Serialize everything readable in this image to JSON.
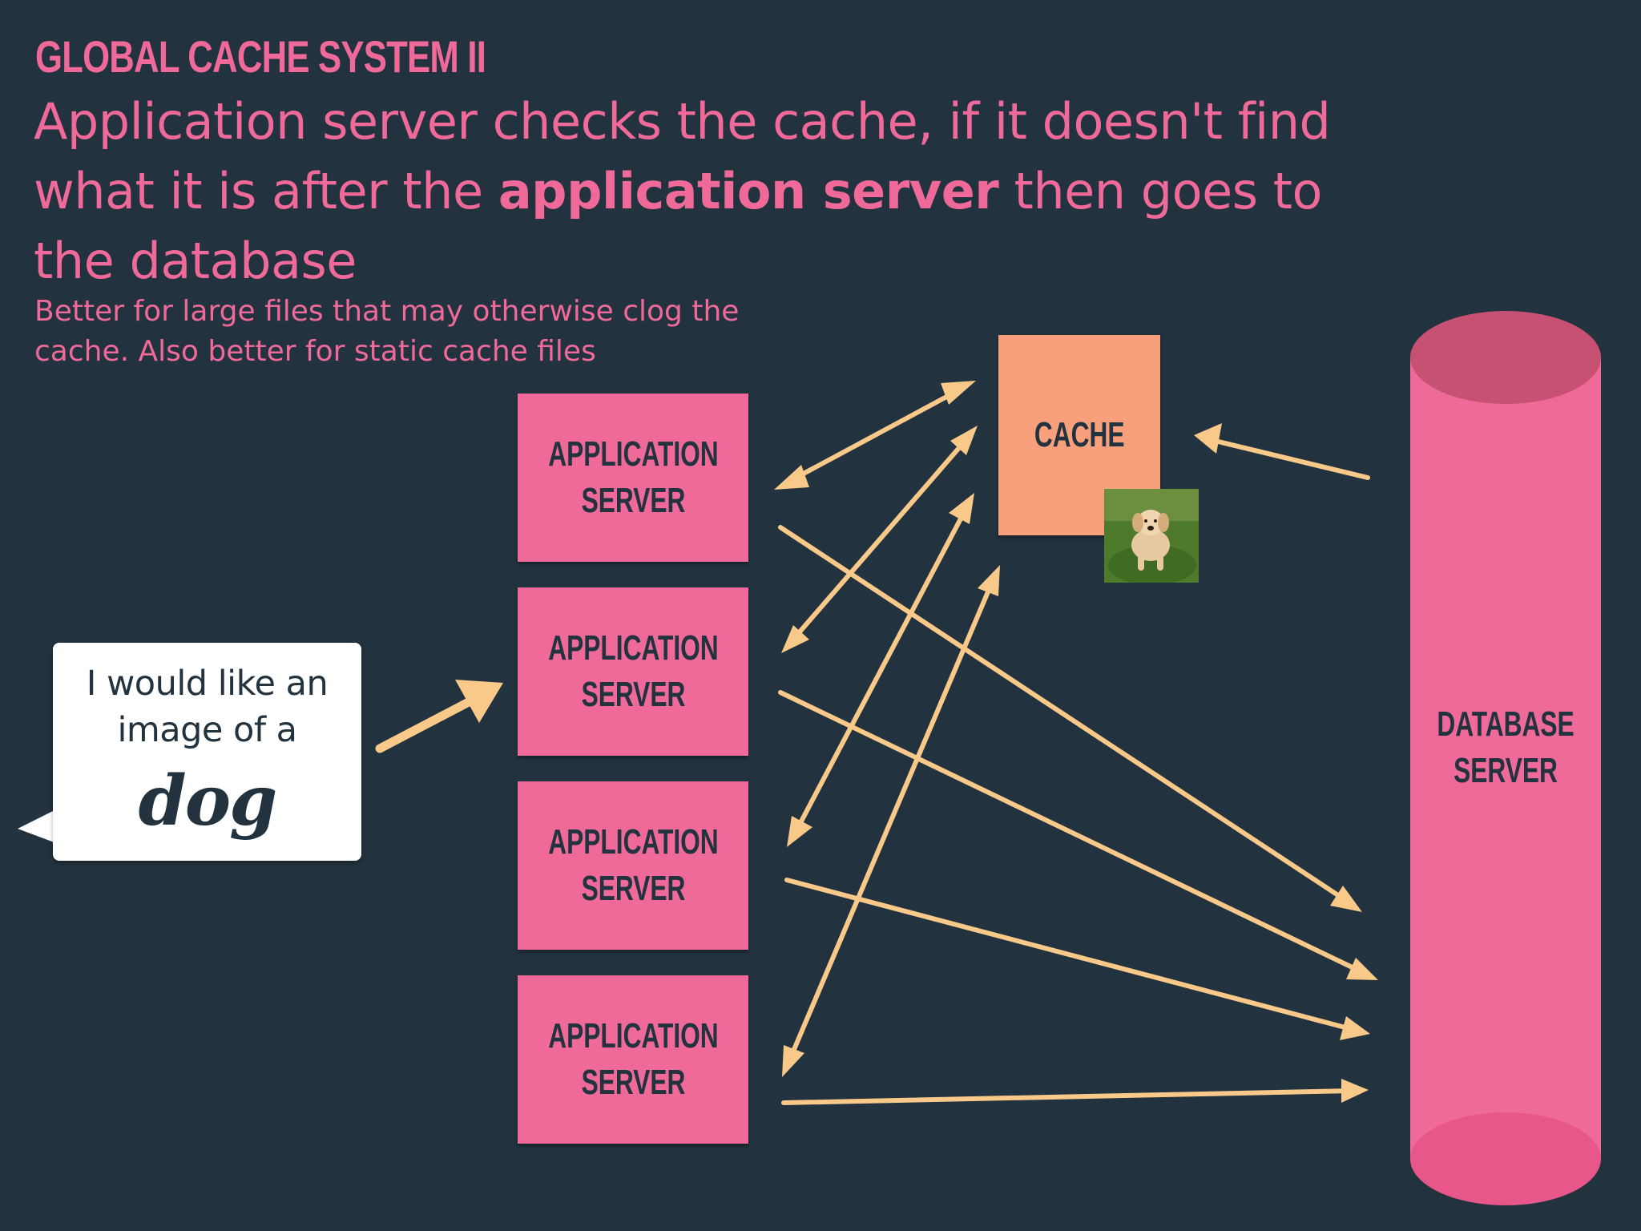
{
  "slide": {
    "title": "GLOBAL CACHE SYSTEM II",
    "subtitle_part1": "Application server checks the cache, if it doesn't find what it is after the ",
    "subtitle_bold": "application server",
    "subtitle_part2": " then goes to the database",
    "note": "Better for large files that may otherwise clog the cache. Also better for static cache files"
  },
  "diagram": {
    "app_servers": [
      {
        "label": "APPLICATION\nSERVER"
      },
      {
        "label": "APPLICATION\nSERVER"
      },
      {
        "label": "APPLICATION\nSERVER"
      },
      {
        "label": "APPLICATION\nSERVER"
      }
    ],
    "cache": {
      "label": "CACHE"
    },
    "database": {
      "label": "DATABASE\nSERVER"
    },
    "request_bubble": {
      "line1": "I would like an",
      "line2": "image of a",
      "emphasis": "dog"
    }
  },
  "colors": {
    "background": "#22323e",
    "pink": "#ef6a98",
    "cache": "#f8a07c",
    "arrow": "#f9c98a",
    "dark_text": "#22323e"
  }
}
